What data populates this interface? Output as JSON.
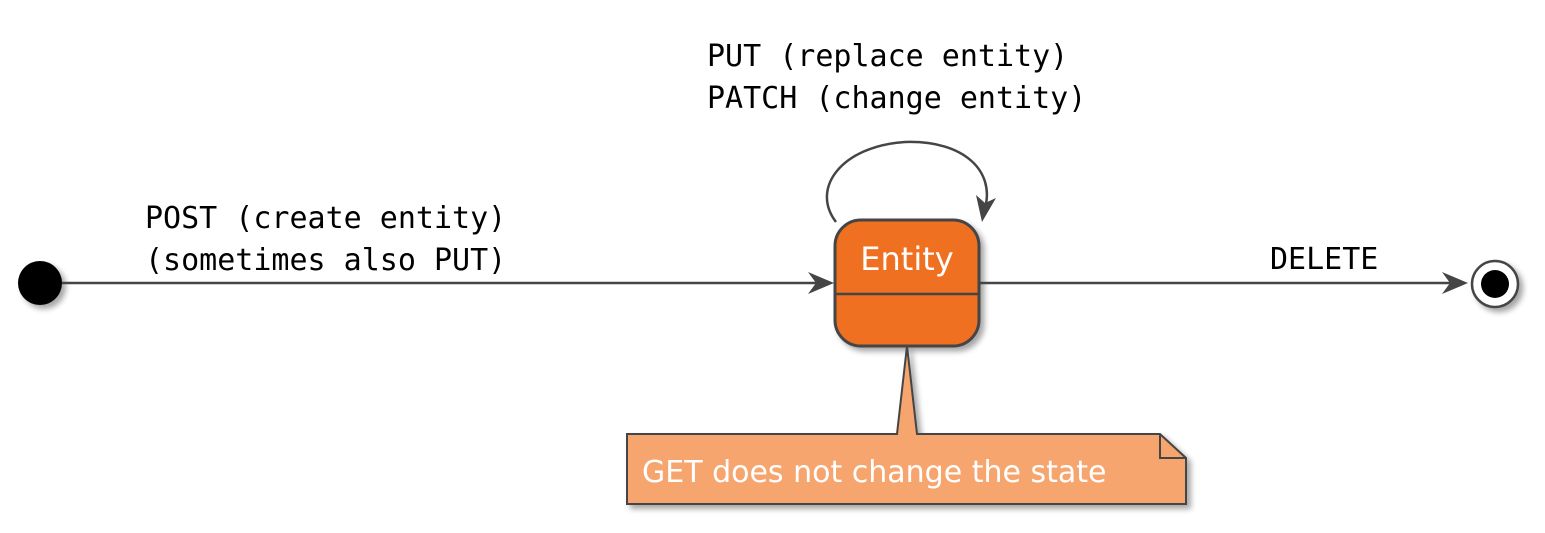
{
  "transitions": {
    "create": [
      "POST (create entity)",
      "(sometimes also PUT)"
    ],
    "self": [
      "PUT (replace entity)",
      "PATCH (change entity)"
    ],
    "delete": "DELETE"
  },
  "state": {
    "name": "Entity"
  },
  "note": {
    "text": "GET does not change the state"
  },
  "colors": {
    "line": "#454545",
    "state_fill": "#F07022",
    "note_fill": "#F7A56E",
    "start_fill": "#000000",
    "text": "#000000",
    "state_text": "#FFFFFF"
  }
}
